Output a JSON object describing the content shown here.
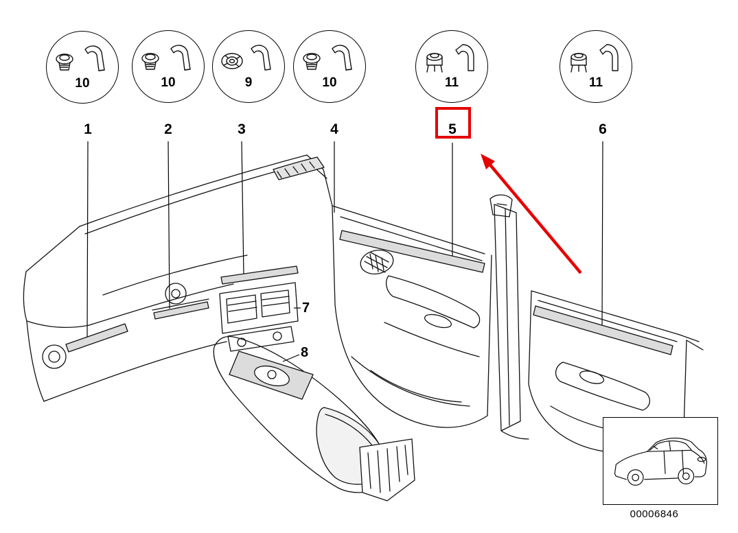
{
  "diagram_id": "00006846",
  "fasteners": [
    {
      "callout": "1",
      "part_label": "10"
    },
    {
      "callout": "2",
      "part_label": "10"
    },
    {
      "callout": "3",
      "part_label": "9"
    },
    {
      "callout": "4",
      "part_label": "10"
    },
    {
      "callout": "5",
      "part_label": "11"
    },
    {
      "callout": "6",
      "part_label": "11"
    }
  ],
  "inline_callouts": {
    "center_trim": "7",
    "console_trim": "8"
  },
  "highlight": {
    "color": "#e60000",
    "target_callout": "5"
  }
}
